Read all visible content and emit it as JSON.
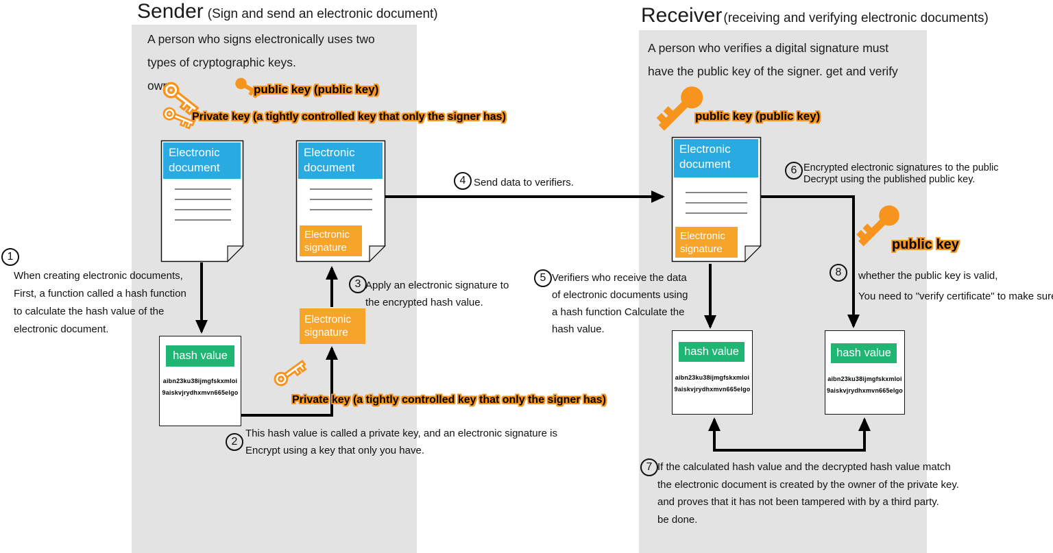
{
  "colors": {
    "panel_bg": "#e3e3e3",
    "doc_header_blue": "#29ABE2",
    "signature_orange": "#F7A42B",
    "hash_green": "#1FB573",
    "key_orange": "#F7941E"
  },
  "sender": {
    "title": "Sender",
    "subtitle": "(Sign and send an electronic document)",
    "intro_lines": [
      "A person who signs electronically uses two",
      "types of cryptographic keys.",
      "own"
    ],
    "public_key_label": "public key (public key)",
    "private_key_label_top": "Private key (a tightly controlled key that only the signer has)",
    "private_key_label_bottom": "Private key (a tightly controlled key that only the signer has)",
    "doc_plain": {
      "header": "Electronic document"
    },
    "doc_signed": {
      "header": "Electronic document",
      "signature_label": "Electronic signature"
    },
    "signature_box_label": "Electronic signature",
    "hash_box": {
      "title": "hash value",
      "lines": [
        "aibn23ku38ijmgfskxmloi",
        "9aiskvjrydhxmvn665elgo"
      ]
    },
    "steps": {
      "1": {
        "num": "1",
        "lines": [
          "When creating electronic documents,",
          "First, a function called a hash function",
          "to calculate the hash value of the",
          "electronic document."
        ]
      },
      "2": {
        "num": "2",
        "lines": [
          "This hash value is called a private key, and an electronic signature is",
          "Encrypt using a key that only you have."
        ]
      },
      "3": {
        "num": "3",
        "lines": [
          "Apply an electronic signature to",
          "the encrypted hash value."
        ]
      },
      "4": {
        "num": "4",
        "lines": [
          "Send data to verifiers."
        ]
      }
    }
  },
  "receiver": {
    "title": "Receiver",
    "subtitle": "(receiving and verifying electronic documents)",
    "intro_lines": [
      "A person who verifies a digital signature must",
      "have the public key of the signer. get and verify"
    ],
    "public_key_label": "public key (public key)",
    "public_key_label_short": "public key",
    "doc_signed": {
      "header": "Electronic document",
      "signature_label": "Electronic signature"
    },
    "hash_box_left": {
      "title": "hash value",
      "lines": [
        "aibn23ku38ijmgfskxmloi",
        "9aiskvjrydhxmvn665elgo"
      ]
    },
    "hash_box_right": {
      "title": "hash value",
      "lines": [
        "aibn23ku38ijmgfskxmloi",
        "9aiskvjrydhxmvn665elgo"
      ]
    },
    "steps": {
      "5": {
        "num": "5",
        "lines": [
          "Verifiers who receive the data",
          "of electronic documents using",
          "a hash function Calculate the",
          "hash value."
        ]
      },
      "6": {
        "num": "6",
        "lines": [
          "Encrypted electronic signatures to the public",
          "Decrypt using the published public key."
        ]
      },
      "7": {
        "num": "7",
        "lines": [
          "If the calculated hash value and the decrypted hash value match",
          "the electronic document is created by the owner of the private key.",
          "and proves that it has not been tampered with by a third party.",
          "be done."
        ]
      },
      "8": {
        "num": "8",
        "lines": [
          "whether the public key is valid,",
          "You need to \"verify certificate\" to make sure"
        ]
      }
    }
  }
}
